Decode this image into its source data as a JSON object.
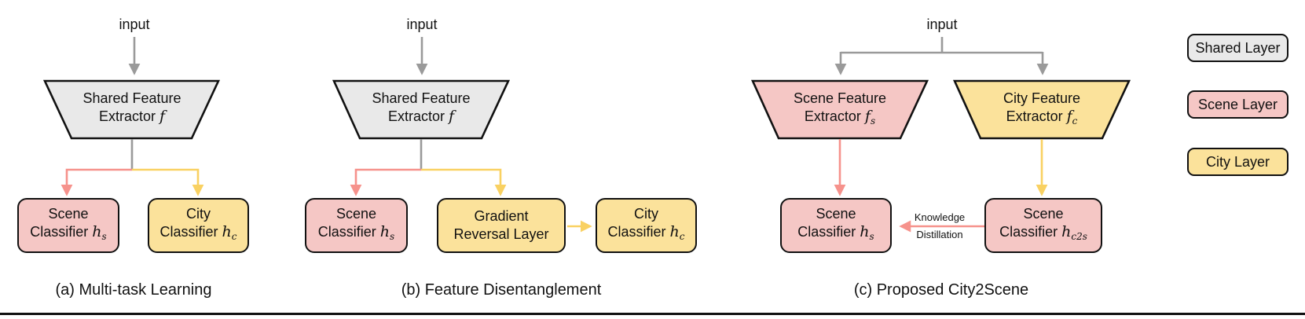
{
  "figure": {
    "panels": [
      {
        "id": "a",
        "caption": "(a) Multi-task Learning",
        "input_label": "input",
        "extractor": {
          "line1": "Shared Feature",
          "line2": "Extractor",
          "symbol": "f",
          "subscript": ""
        },
        "nodes": [
          {
            "line1": "Scene",
            "line2": "Classifier",
            "symbol": "h",
            "subscript": "s"
          },
          {
            "line1": "City",
            "line2": "Classifier",
            "symbol": "h",
            "subscript": "c"
          }
        ]
      },
      {
        "id": "b",
        "caption": "(b) Feature Disentanglement",
        "input_label": "input",
        "extractor": {
          "line1": "Shared Feature",
          "line2": "Extractor",
          "symbol": "f",
          "subscript": ""
        },
        "nodes": [
          {
            "line1": "Scene",
            "line2": "Classifier",
            "symbol": "h",
            "subscript": "s"
          },
          {
            "line1": "Gradient",
            "line2": "Reversal Layer",
            "symbol": "",
            "subscript": ""
          },
          {
            "line1": "City",
            "line2": "Classifier",
            "symbol": "h",
            "subscript": "c"
          }
        ]
      },
      {
        "id": "c",
        "caption": "(c) Proposed City2Scene",
        "input_label": "input",
        "extractors": [
          {
            "line1": "Scene Feature",
            "line2": "Extractor",
            "symbol": "f",
            "subscript": "s"
          },
          {
            "line1": "City Feature",
            "line2": "Extractor",
            "symbol": "f",
            "subscript": "c"
          }
        ],
        "nodes": [
          {
            "line1": "Scene",
            "line2": "Classifier",
            "symbol": "h",
            "subscript": "s"
          },
          {
            "line1": "Scene",
            "line2": "Classifier",
            "symbol": "h",
            "subscript": "c2s"
          }
        ],
        "kd_label_line1": "Knowledge",
        "kd_label_line2": "Distillation"
      }
    ],
    "legend": {
      "items": [
        {
          "label": "Shared Layer",
          "color": "#E9E9E9"
        },
        {
          "label": "Scene Layer",
          "color": "#F5C7C5"
        },
        {
          "label": "City Layer",
          "color": "#FBE29B"
        }
      ]
    },
    "colors": {
      "shared_fill": "#E9E9E9",
      "scene_fill": "#F5C7C5",
      "city_fill": "#FBE29B",
      "shared_arrow": "#9A9A9A",
      "scene_arrow": "#F6928C",
      "city_arrow": "#F9D162",
      "outline": "#111111"
    }
  }
}
